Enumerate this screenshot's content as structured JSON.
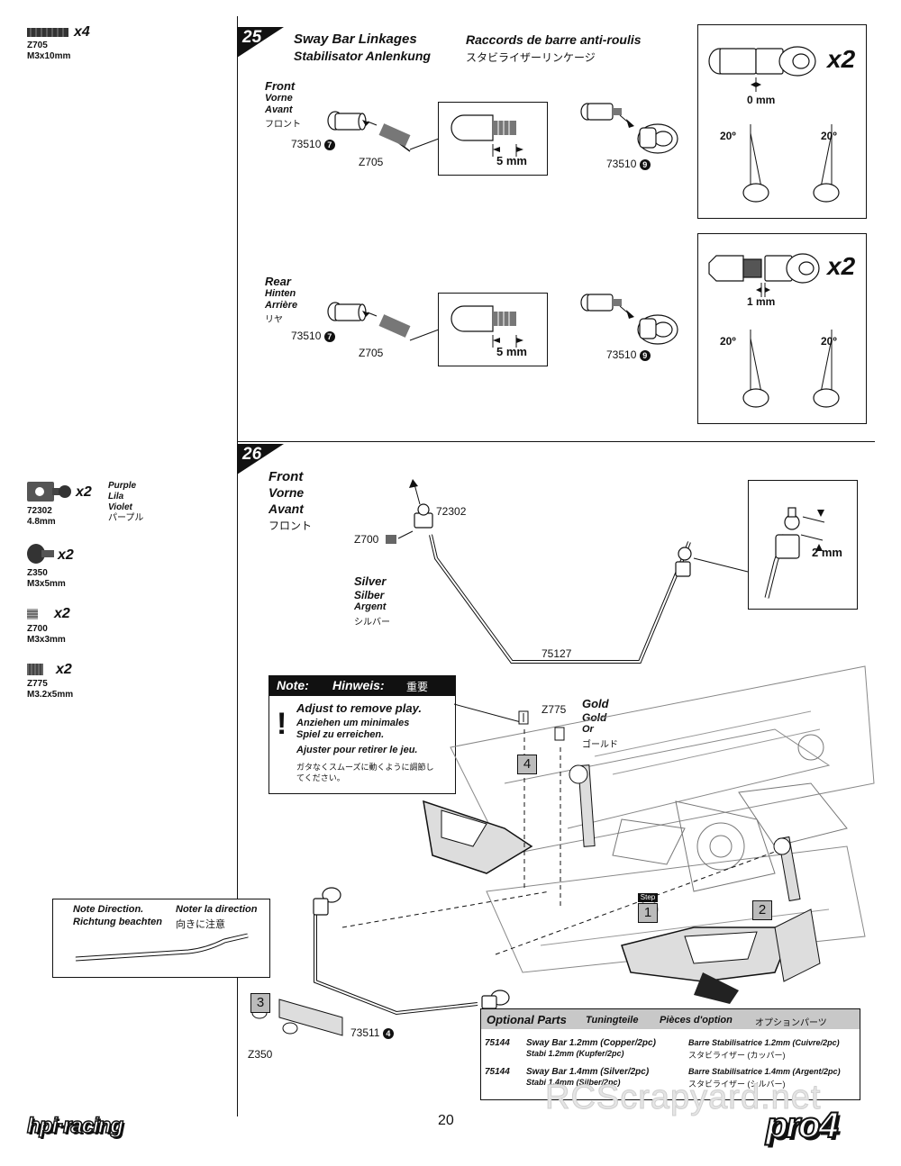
{
  "left_parts": {
    "z705": {
      "qty": "x4",
      "code": "Z705",
      "size": "M3x10mm"
    },
    "p72302": {
      "qty": "x2",
      "code": "72302",
      "size": "4.8mm",
      "color_en": "Purple",
      "color_de": "Lila",
      "color_fr": "Violet",
      "color_jp": "パープル"
    },
    "z350": {
      "qty": "x2",
      "code": "Z350",
      "size": "M3x5mm"
    },
    "z700": {
      "qty": "x2",
      "code": "Z700",
      "size": "M3x3mm"
    },
    "z775": {
      "qty": "x2",
      "code": "Z775",
      "size": "M3.2x5mm"
    }
  },
  "step25": {
    "number": "25",
    "title_en": "Sway Bar Linkages",
    "title_de": "Stabilisator Anlenkung",
    "title_fr": "Raccords de barre anti-roulis",
    "title_jp": "スタビライザーリンケージ",
    "front": {
      "en": "Front",
      "de": "Vorne",
      "fr": "Avant",
      "jp": "フロント"
    },
    "rear": {
      "en": "Rear",
      "de": "Hinten",
      "fr": "Arrière",
      "jp": "リヤ"
    },
    "part_ball_end": "73510",
    "part_ball_end_num1": "7",
    "part_ball_end_num2": "9",
    "screw": "Z705",
    "gap": "5 mm",
    "front_spec": {
      "qty": "x2",
      "gap": "0 mm",
      "angle1": "20º",
      "angle2": "20º"
    },
    "rear_spec": {
      "qty": "x2",
      "gap": "1 mm",
      "angle1": "20º",
      "angle2": "20º"
    }
  },
  "step26": {
    "number": "26",
    "front": {
      "en": "Front",
      "de": "Vorne",
      "fr": "Avant",
      "jp": "フロント"
    },
    "part_ball": "72302",
    "setscrew": "Z700",
    "silver": {
      "en": "Silver",
      "de": "Silber",
      "fr": "Argent",
      "jp": "シルバー"
    },
    "bar": "75127",
    "gap": "2 mm",
    "gold_screw": "Z775",
    "gold": {
      "en": "Gold",
      "de": "Gold",
      "fr": "Or",
      "jp": "ゴールド"
    },
    "mount": "73511",
    "mount_num": "4",
    "mount_screw": "Z350",
    "step_label": "Step",
    "callouts": [
      "1",
      "2",
      "3",
      "4"
    ]
  },
  "note": {
    "head_en": "Note:",
    "head_de": "Hinweis:",
    "head_jp": "重要",
    "en": "Adjust to remove play.",
    "de1": "Anziehen um minimales",
    "de2": "Spiel zu erreichen.",
    "fr": "Ajuster pour retirer le jeu.",
    "jp1": "ガタなくスムーズに動くように調節し",
    "jp2": "てください。"
  },
  "direction": {
    "en": "Note Direction.",
    "de": "Richtung beachten",
    "fr": "Noter la direction",
    "jp": "向きに注意"
  },
  "optional": {
    "title_en": "Optional Parts",
    "title_de": "Tuningteile",
    "title_fr": "Pièces d'option",
    "title_jp": "オプションパーツ",
    "rows": [
      {
        "code": "75144",
        "en": "Sway Bar 1.2mm (Copper/2pc)",
        "de": "Stabi 1.2mm (Kupfer/2pc)",
        "fr": "Barre Stabilisatrice 1.2mm (Cuivre/2pc)",
        "jp": "スタビライザー (カッパー)"
      },
      {
        "code": "75144",
        "en": "Sway Bar 1.4mm (Silver/2pc)",
        "de": "Stabi 1.4mm (Silber/2pc)",
        "fr": "Barre Stabilisatrice 1.4mm (Argent/2pc)",
        "jp": "スタビライザー (シルバー)"
      }
    ]
  },
  "footer": {
    "page": "20",
    "brand_left": "hpi·racing",
    "brand_right": "pro4",
    "watermark": "RCScrapyard.net"
  }
}
